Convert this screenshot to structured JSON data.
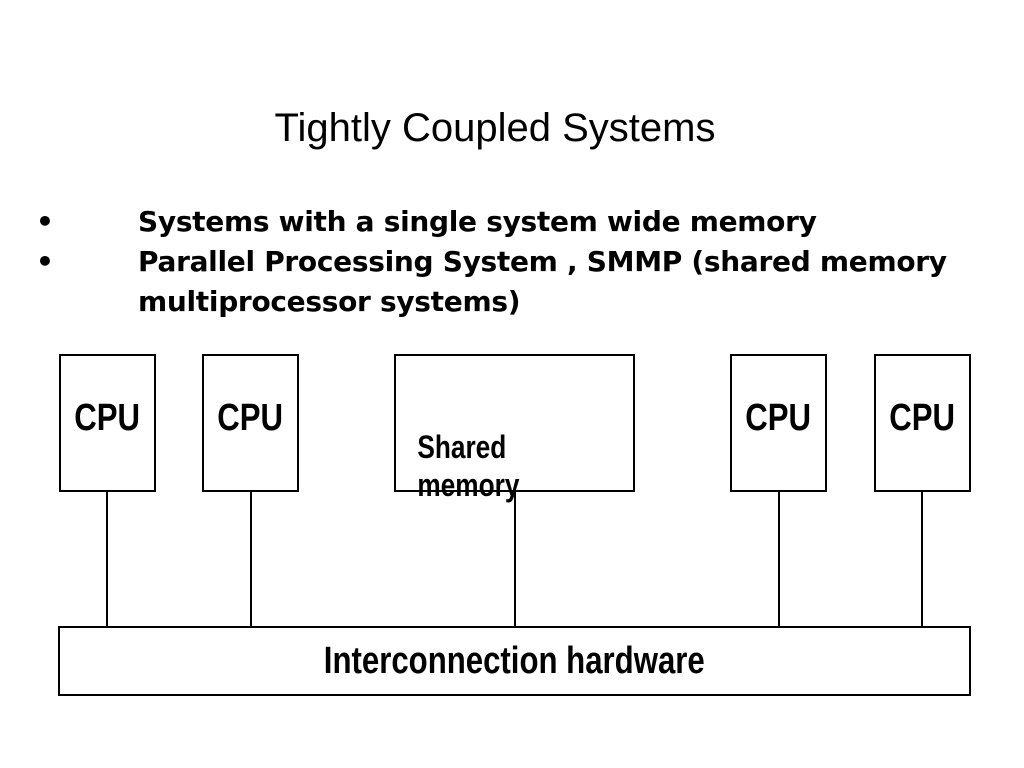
{
  "slide": {
    "title": "Tightly Coupled Systems",
    "bullets": [
      {
        "marker": "•",
        "text": "Systems with a single system wide memory"
      },
      {
        "marker": "•",
        "text": "Parallel Processing System , SMMP (shared memory multiprocessor systems)"
      }
    ]
  },
  "diagram": {
    "cpu_labels": [
      "CPU",
      "CPU",
      "CPU",
      "CPU"
    ],
    "shared_memory_label": "Shared memory",
    "interconnect_label": "Interconnection hardware"
  }
}
